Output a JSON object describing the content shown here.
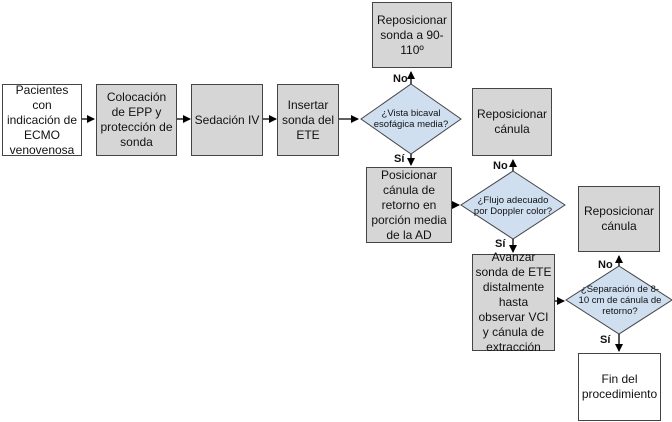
{
  "colors": {
    "gray_box": "#d6d6d6",
    "diamond": "#cfdff0",
    "line": "#000000"
  },
  "nodes": {
    "pacientes": "Pacientes con indicación de ECMO venovenosa",
    "colocacion": "Colocación de EPP y protección de sonda",
    "sedacion": "Sedación IV",
    "insertar": "Insertar sonda del ETE",
    "reposicionar_sonda": "Reposicionar sonda a 90-110º",
    "vista_bicaval": "¿Vista bicaval esofágica media?",
    "posicionar_canula": "Posicionar cánula de retorno en porción media de la AD",
    "reposicionar_canula_1": "Reposicionar cánula",
    "flujo": "¿Flujo adecuado por Doppler color?",
    "avanzar_sonda": "Avanzar sonda de ETE distalmente hasta observar VCI y cánula de extracción",
    "reposicionar_canula_2": "Reposicionar cánula",
    "separacion": "¿Separación de 8-10 cm de cánula de retorno?",
    "fin": "Fin del procedimiento"
  },
  "labels": {
    "no": "No",
    "si": "Sí"
  }
}
